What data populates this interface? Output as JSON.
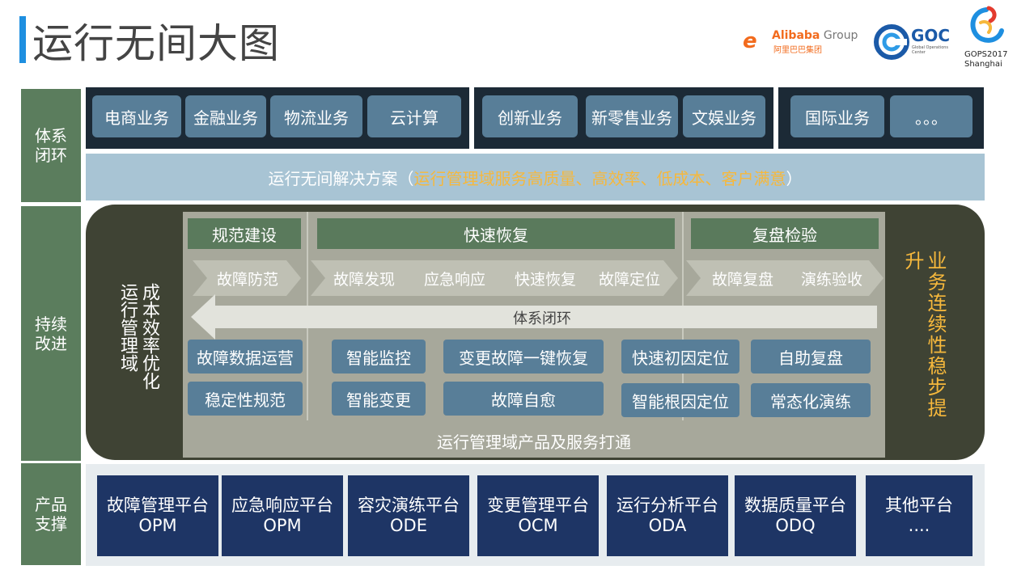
{
  "title": "运行无间大图",
  "logos": {
    "alibaba_name": "Alibaba",
    "alibaba_group": " Group",
    "alibaba_cn": "阿里巴巴集团",
    "goc": "GOC",
    "goc_sub": "Global Operations Center",
    "gops_line1": "GOPS2017",
    "gops_line2": "Shanghai"
  },
  "side_labels": {
    "closed_loop": "体系闭环",
    "continuous_improvement": "持续改进",
    "product_support": "产品支撑"
  },
  "business": {
    "group1": [
      "电商业务",
      "金融业务",
      "物流业务",
      "云计算"
    ],
    "group2": [
      "创新业务",
      "新零售业务",
      "文娱业务"
    ],
    "group3": [
      "国际业务",
      "。。。"
    ]
  },
  "solution": {
    "prefix": "运行无间解决方案（",
    "highlight": "运行管理域服务高质量、高效率、低成本、客户满意",
    "suffix": "）"
  },
  "cost_label": "成本效率优化运行管理域",
  "business_label": "业务连续性稳步提升",
  "phases": [
    "规范建设",
    "快速恢复",
    "复盘检验"
  ],
  "steps": [
    "故障防范",
    "故障发现",
    "应急响应",
    "快速恢复",
    "故障定位",
    "故障复盘",
    "演练验收"
  ],
  "loop_label": "体系闭环",
  "capabilities": {
    "row1": [
      "故障数据运营",
      "智能监控",
      "变更故障一键恢复",
      "快速初因定位",
      "自助复盘"
    ],
    "row2": [
      "稳定性规范",
      "智能变更",
      "故障自愈",
      "智能根因定位",
      "常态化演练"
    ]
  },
  "integration_label": "运行管理域产品及服务打通",
  "platforms": [
    {
      "name": "故障管理平台",
      "code": "OPM"
    },
    {
      "name": "应急响应平台",
      "code": "OPM"
    },
    {
      "name": "容灾演练平台",
      "code": "ODE"
    },
    {
      "name": "变更管理平台",
      "code": "OCM"
    },
    {
      "name": "运行分析平台",
      "code": "ODA"
    },
    {
      "name": "数据质量平台",
      "code": "ODQ"
    },
    {
      "name": "其他平台",
      "code": "...."
    }
  ],
  "colors": {
    "accent_blue": "#1e8fe0",
    "label_green": "#5b7d5d",
    "panel_dark": "#3f4334",
    "button_blue": "#587e98",
    "platform_navy": "#1e3565",
    "highlight_gold": "#f6b83c"
  }
}
